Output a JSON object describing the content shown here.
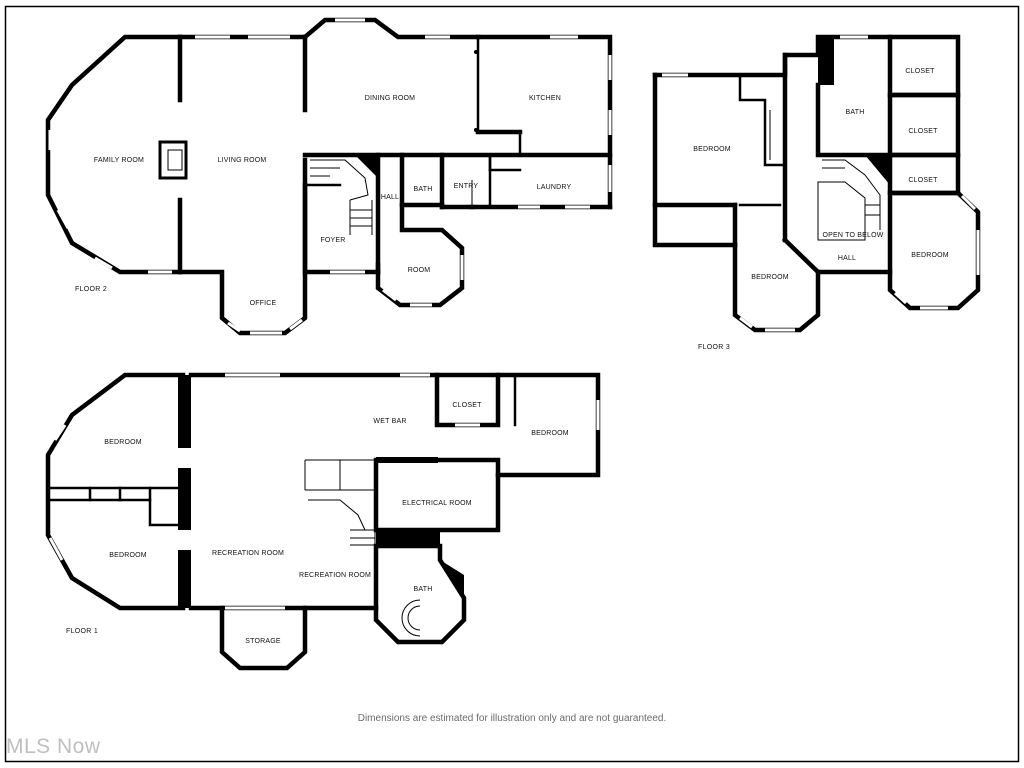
{
  "floors": {
    "floor2": {
      "label": "FLOOR 2",
      "rooms": {
        "family_room": "FAMILY ROOM",
        "living_room": "LIVING ROOM",
        "dining_room": "DINING ROOM",
        "kitchen": "KITCHEN",
        "bath": "BATH",
        "entry": "ENTRY",
        "laundry": "LAUNDRY",
        "hall": "HALL",
        "foyer": "FOYER",
        "room": "ROOM",
        "office": "OFFICE"
      }
    },
    "floor3": {
      "label": "FLOOR 3",
      "rooms": {
        "closet_1": "CLOSET",
        "closet_2": "CLOSET",
        "closet_3": "CLOSET",
        "bath": "BATH",
        "bedroom_left": "BEDROOM",
        "bedroom_bottom": "BEDROOM",
        "open_to_below": "OPEN TO BELOW",
        "hall": "HALL",
        "bedroom_right": "BEDROOM"
      }
    },
    "floor1": {
      "label": "FLOOR 1",
      "rooms": {
        "bedroom_top": "BEDROOM",
        "bedroom_bottom": "BEDROOM",
        "wet_bar": "WET BAR",
        "closet": "CLOSET",
        "bedroom_right": "BEDROOM",
        "electrical_room": "ELECTRICAL ROOM",
        "recreation_room_1": "RECREATION ROOM",
        "recreation_room_2": "RECREATION ROOM",
        "bath": "BATH",
        "storage": "STORAGE"
      }
    }
  },
  "disclaimer": "Dimensions are estimated for illustration only and are not guaranteed.",
  "watermark": "MLS Now"
}
